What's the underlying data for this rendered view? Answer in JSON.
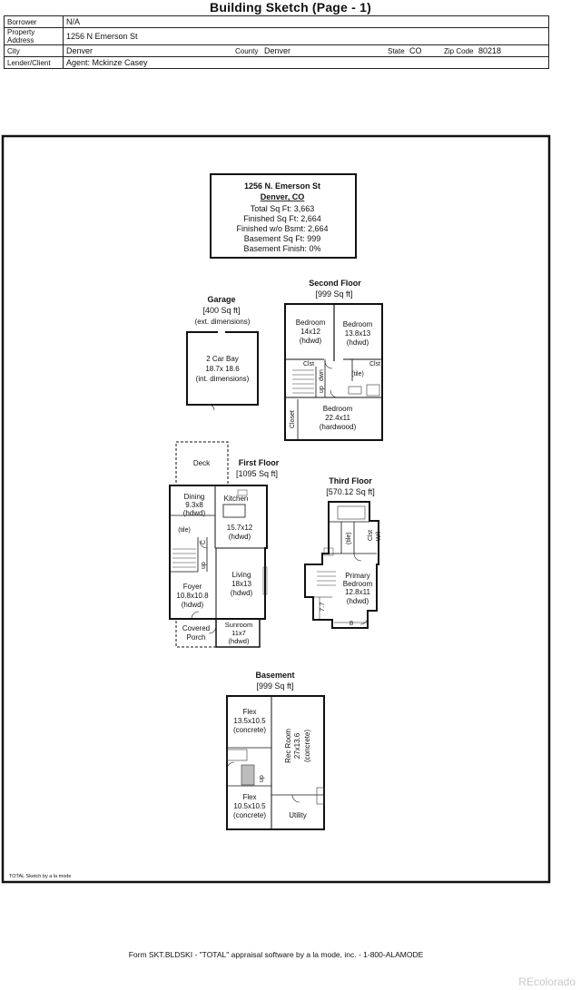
{
  "page_title": "Building Sketch (Page - 1)",
  "header": {
    "borrower_label": "Borrower",
    "borrower_value": "N/A",
    "address_label": "Property Address",
    "address_value": "1256 N Emerson St",
    "city_label": "City",
    "city_value": "Denver",
    "county_label": "County",
    "county_value": "Denver",
    "state_label": "State",
    "state_value": "CO",
    "zip_label": "Zip Code",
    "zip_value": "80218",
    "lender_label": "Lender/Client",
    "lender_value": "Agent: Mckinze Casey"
  },
  "summary": {
    "line1": "1256 N. Emerson St",
    "line2": "Denver, CO",
    "line3": "Total Sq Ft: 3,663",
    "line4": "Finished Sq Ft: 2,664",
    "line5": "Finished w/o Bsmt: 2,664",
    "line6": "Basement Sq Ft: 999",
    "line7": "Basement Finish: 0%"
  },
  "garage": {
    "title": "Garage",
    "sqft": "[400 Sq ft]",
    "note": "(ext. dimensions)",
    "room_l1": "2 Car Bay",
    "room_l2": "18.7x 18.6",
    "room_l3": "(int. dimensions)"
  },
  "second_floor": {
    "title": "Second Floor",
    "sqft": "[999 Sq ft]",
    "bed1_l1": "Bedroom",
    "bed1_l2": "14x12",
    "bed1_l3": "(hdwd)",
    "bed2_l1": "Bedroom",
    "bed2_l2": "13.8x13",
    "bed2_l3": "(hdwd)",
    "clst1": "Clst",
    "clst2": "Clst",
    "dwn": "dwn",
    "up": "up",
    "tile": "(tile)",
    "closet": "Closet",
    "bed3_l1": "Bedroom",
    "bed3_l2": "22.4x11",
    "bed3_l3": "(hardwood)"
  },
  "first_floor": {
    "title": "First Floor",
    "sqft": "[1095 Sq ft]",
    "deck": "Deck",
    "dining_l1": "Dining",
    "dining_l2": "9.3x8",
    "dining_l3": "(hdwd)",
    "kitchen_l1": "Kitchen",
    "kitchen_l2": "15.7x12",
    "kitchen_l3": "(hdwd)",
    "tile": "(tile)",
    "c": "C",
    "up": "up",
    "foyer_l1": "Foyer",
    "foyer_l2": "10.8x10.8",
    "foyer_l3": "(hdwd)",
    "living_l1": "Living",
    "living_l2": "18x13",
    "living_l3": "(hdwd)",
    "porch_l1": "Covered",
    "porch_l2": "Porch",
    "sun_l1": "Sunroom",
    "sun_l2": "11x7",
    "sun_l3": "(hdwd)"
  },
  "third_floor": {
    "title": "Third Floor",
    "sqft": "[570.12 Sq ft]",
    "tile": "(tile)",
    "clst": "Clst",
    "wi": "W/I",
    "bed_l1": "Primary",
    "bed_l2": "Bedroom",
    "bed_l3": "12.8x11",
    "bed_l4": "(hdwd)",
    "dim1": "7.7",
    "dim2": "8"
  },
  "basement": {
    "title": "Basement",
    "sqft": "[999 Sq ft]",
    "flex1_l1": "Flex",
    "flex1_l2": "13.5x10.5",
    "flex1_l3": "(concrete)",
    "rec_l1": "Rec Room",
    "rec_l2": "27x13.6",
    "rec_l3": "(concrete)",
    "up": "up",
    "flex2_l1": "Flex",
    "flex2_l2": "10.5x10.5",
    "flex2_l3": "(concrete)",
    "utility": "Utility"
  },
  "credit": "TOTAL Sketch by a la mode",
  "footer": "Form SKT.BLDSKI - \"TOTAL\" appraisal software by a la mode, inc. - 1-800-ALAMODE",
  "watermark": "REcolorado"
}
